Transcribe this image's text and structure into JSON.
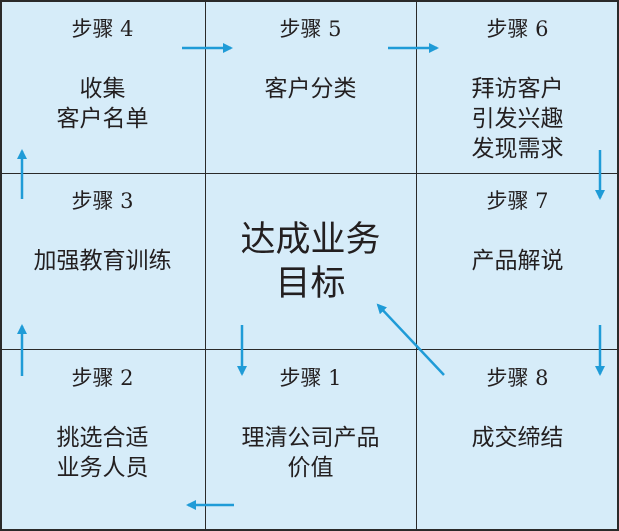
{
  "cells": [
    {
      "step": "步骤 4",
      "lines": [
        "收集",
        "客户名单"
      ]
    },
    {
      "step": "步骤 5",
      "lines": [
        "客户分类"
      ]
    },
    {
      "step": "步骤 6",
      "lines": [
        "拜访客户",
        "引发兴趣",
        "发现需求"
      ]
    },
    {
      "step": "步骤 3",
      "lines": [
        "加强教育训练"
      ]
    },
    {
      "step": "步骤 7",
      "lines": [
        "产品解说"
      ]
    },
    {
      "step": "步骤 2",
      "lines": [
        "挑选合适",
        "业务人员"
      ]
    },
    {
      "step": "步骤 1",
      "lines": [
        "理清公司产品",
        "价值"
      ]
    },
    {
      "step": "步骤 8",
      "lines": [
        "成交缔结"
      ]
    }
  ],
  "center": {
    "lines": [
      "达成业务",
      "目标"
    ]
  },
  "colors": {
    "background": "#d6ecf9",
    "arrow": "#1f9bd7",
    "border": "#2a2a2a"
  }
}
